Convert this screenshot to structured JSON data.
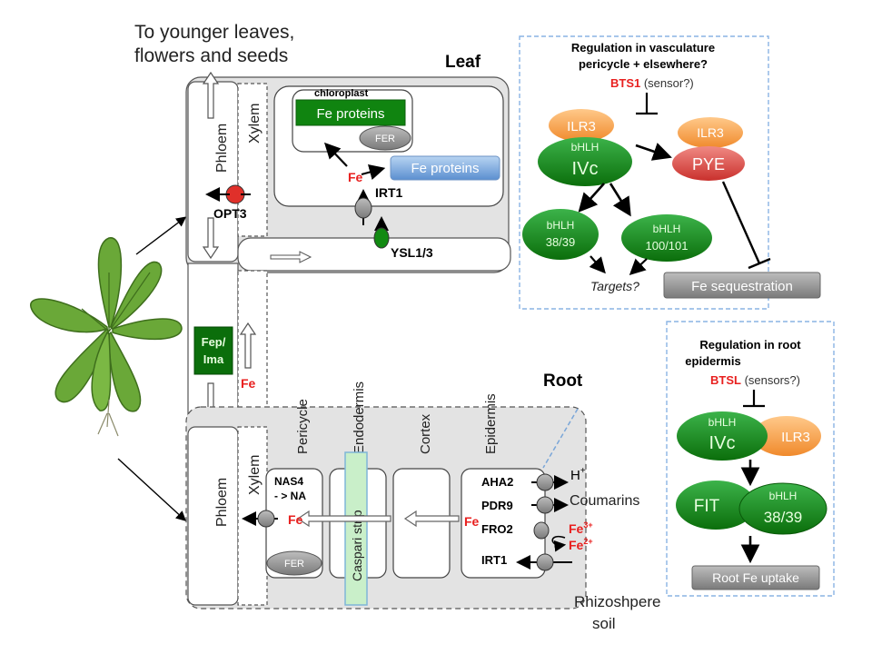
{
  "top_caption": {
    "line1": "To younger leaves,",
    "line2": "flowers and seeds"
  },
  "leaf": {
    "title": "Leaf",
    "chloroplast": "chloroplast",
    "fe_proteins_green": "Fe proteins",
    "fer": "FER",
    "fe_proteins_blue": "Fe proteins",
    "fe": "Fe",
    "irt1": "IRT1",
    "ysl": "YSL1/3"
  },
  "vascular": {
    "phloem_top": "Phloem",
    "xylem_top": "Xylem",
    "opt3": "OPT3",
    "fep_line1": "Fep/",
    "fep_line2": "Ima",
    "fe": "Fe",
    "phloem_bottom": "Phloem",
    "xylem_bottom": "Xylem"
  },
  "root": {
    "title": "Root",
    "pericycle": "Pericycle",
    "endodermis": "Endodermis",
    "cortex": "Cortex",
    "epidermis": "Epidermis",
    "nas4_line1": "NAS4",
    "nas4_line2": "- > NA",
    "fe": "Fe",
    "fer": "FER",
    "caspari": "Caspari strip",
    "fe_epi": "Fe",
    "aha2": "AHA2",
    "pdr9": "PDR9",
    "fro2": "FRO2",
    "irt1": "IRT1",
    "h_plus": "H",
    "h_sup": "+",
    "coumarins": "Coumarins",
    "fe3": "Fe",
    "fe3_sup": "3+",
    "fe2": "Fe",
    "fe2_sup": "2+",
    "rhizo_line1": "Rhizoshpere",
    "rhizo_line2": "soil"
  },
  "vasc_reg": {
    "title_line1": "Regulation in vasculature",
    "title_line2": "pericycle + elsewhere?",
    "bts1": "BTS1",
    "sensor": " (sensor?)",
    "ilr3_left": "ILR3",
    "bhlh_ivc_small": "bHLH",
    "bhlh_ivc_big": "IVc",
    "ilr3_right": "ILR3",
    "pye": "PYE",
    "b38_line1": "bHLH",
    "b38_line2": "38/39",
    "b100_line1": "bHLH",
    "b100_line2": "100/101",
    "targets": "Targets?",
    "fe_seq": "Fe sequestration"
  },
  "root_reg": {
    "title_line1": "Regulation in root",
    "title_line2": "epidermis",
    "btsl": "BTSL",
    "sensors": " (sensors?)",
    "bhlh_small": "bHLH",
    "ivc": "IVc",
    "ilr3": "ILR3",
    "fit": "FIT",
    "b38_small": "bHLH",
    "b38_big": "38/39",
    "uptake": "Root Fe uptake"
  },
  "colors": {
    "fe_red": "#e8201f",
    "dark_green": "#0d7f0d",
    "light_green_text": "#e8ffe0",
    "ilr3_orange": "#f6a24c",
    "pye_red": "#d9534f",
    "blue_box": "#5b9bd5",
    "gray_box": "#7f7f7f",
    "plant_green": "#6aa838"
  }
}
